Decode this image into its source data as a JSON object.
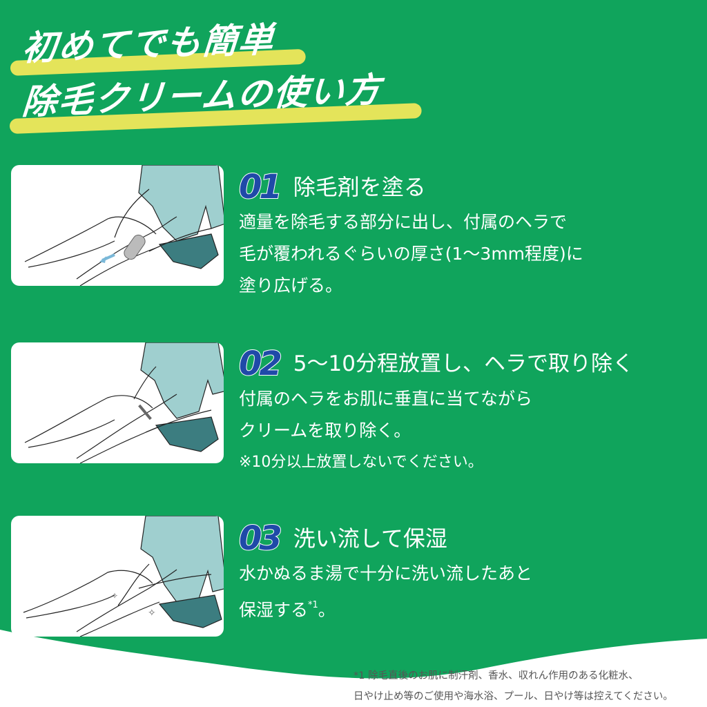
{
  "colors": {
    "background_green": "#10a45c",
    "title_underline_yellow": "#e4e45a",
    "step_number_blue": "#1f4aa8",
    "card_white": "#ffffff",
    "footnote_gray": "#555555",
    "shirt_teal": "#9fcfcf",
    "shorts_teal": "#3c7d80"
  },
  "header": {
    "title_line_1": "初めてでも簡単",
    "title_line_2": "除毛クリームの使い方"
  },
  "steps": [
    {
      "number": "01",
      "title": "除毛剤を塗る",
      "lines": [
        "適量を除毛する部分に出し、付属のヘラで",
        "毛が覆われるぐらいの厚さ(1〜3mm程度)に",
        "塗り広げる。"
      ],
      "illustration": "person-applying-cream-with-spatula"
    },
    {
      "number": "02",
      "title": "5〜10分程放置し、ヘラで取り除く",
      "lines": [
        "付属のヘラをお肌に垂直に当てながら",
        "クリームを取り除く。",
        "※10分以上放置しないでください。"
      ],
      "illustration": "person-removing-cream-with-spatula"
    },
    {
      "number": "03",
      "title": "洗い流して保湿",
      "lines": [
        "水かぬるま湯で十分に洗い流したあと",
        "保湿する"
      ],
      "footnote_ref": "*1",
      "end_mark": "。",
      "illustration": "person-moisturizing-leg"
    }
  ],
  "footnote": {
    "line_1": "*1 除毛直後のお肌に制汗剤、香水、収れん作用のある化粧水、",
    "line_2": "日やけ止め等のご使用や海水浴、プール、日やけ等は控えてください。"
  }
}
